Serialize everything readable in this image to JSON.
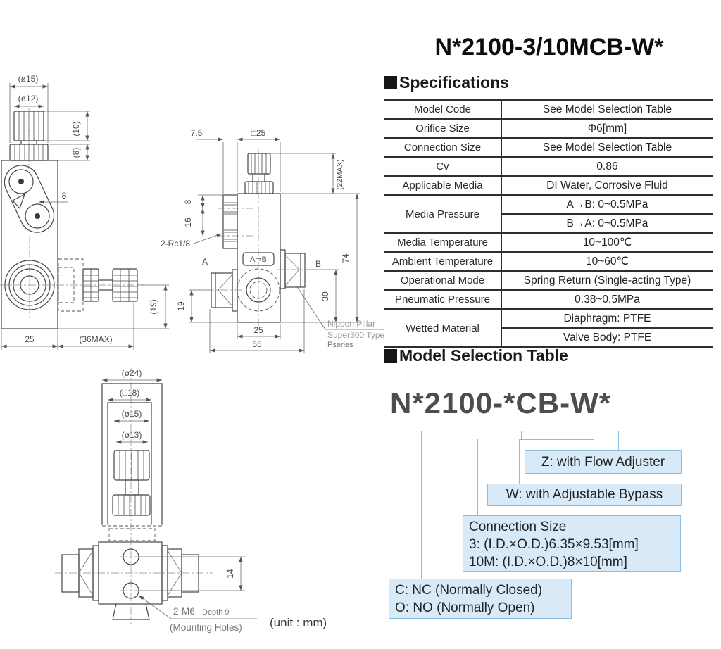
{
  "page": {
    "title": "N*2100-3/10MCB-W*",
    "unit_note": "(unit : mm)"
  },
  "specifications": {
    "bullet": "■",
    "heading": "Specifications",
    "rows": [
      {
        "label": "Model Code",
        "value": "See Model Selection Table"
      },
      {
        "label": "Orifice Size",
        "value": "Φ6[mm]"
      },
      {
        "label": "Connection Size",
        "value": "See Model Selection Table"
      },
      {
        "label": "Cv",
        "value": "0.86"
      },
      {
        "label": "Applicable Media",
        "value": "DI Water, Corrosive Fluid"
      },
      {
        "label": "Media Pressure",
        "value1": "A→B: 0~0.5MPa",
        "value2": "B→A: 0~0.5MPa"
      },
      {
        "label": "Media Temperature",
        "value": "10~100℃"
      },
      {
        "label": "Ambient Temperature",
        "value": "10~60℃"
      },
      {
        "label": "Operational Mode",
        "value": "Spring Return (Single-acting Type)"
      },
      {
        "label": "Pneumatic Pressure",
        "value": "0.38~0.5MPa"
      },
      {
        "label": "Wetted Material",
        "value1": "Diaphragm: PTFE",
        "value2": "Valve Body: PTFE"
      }
    ]
  },
  "model_selection": {
    "heading": "Model Selection Table",
    "model_code": "N*2100-*CB-W*",
    "z_box": {
      "label": "Z: with Flow Adjuster"
    },
    "w_box": {
      "label": "W: with Adjustable Bypass"
    },
    "conn_box": {
      "line1": "Connection Size",
      "line2": "3: (I.D.×O.D.)6.35×9.53[mm]",
      "line3": "10M: (I.D.×O.D.)8×10[mm]"
    },
    "co_box": {
      "line1": "C: NC (Normally Closed)",
      "line2": "O: NO (Normally Open)"
    }
  },
  "drawings": {
    "side_view": {
      "dia15": "(ø15)",
      "dia12": "(ø12)",
      "h10": "(10)",
      "h8": "(8)",
      "offset8": "8",
      "w25": "25",
      "w36max": "(36MAX)",
      "h19": "(19)"
    },
    "front_view": {
      "off75": "7.5",
      "sq25": "□25",
      "max22": "(22MAX)",
      "p8": "8",
      "p16": "16",
      "rc": "2-Rc1/8",
      "h19": "19",
      "h30": "30",
      "h74": "74",
      "w25": "25",
      "w55": "55",
      "port_a": "A",
      "port_b": "B",
      "flow_label": "A⇒B",
      "note1": "Nippon Pillar",
      "note2": "Super300 Type",
      "note3": "Pseries"
    },
    "top_view": {
      "dia24": "(ø24)",
      "sq18": "(□18)",
      "dia15": "(ø15)",
      "dia13": "(ø13)",
      "h14": "14",
      "mount1": "2-M6",
      "mount_depth": "Depth 9",
      "mount2": "(Mounting Holes)"
    }
  }
}
